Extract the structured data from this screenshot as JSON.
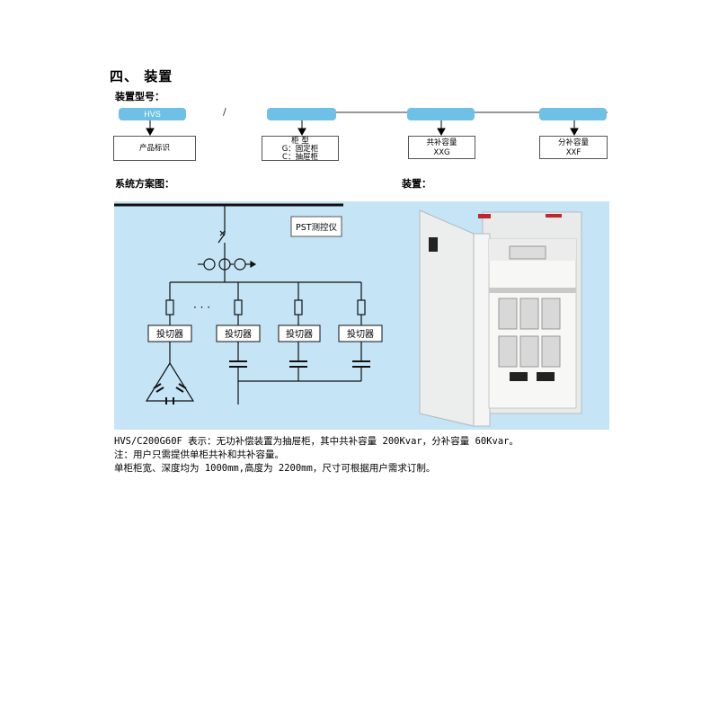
{
  "section_title": "四、  装置",
  "model_label": "装置型号：",
  "model": {
    "hvs": "HVS",
    "slash": "/",
    "product_id": "产品标识",
    "cabinet_type": [
      "柜    型",
      "G：固定柜",
      "C：抽屉柜"
    ],
    "common_cap": [
      "共补容量",
      "XXG"
    ],
    "split_cap": [
      "分补容量",
      "XXF"
    ]
  },
  "scheme_label": "系统方案图：",
  "device_label": "装置：",
  "diagram": {
    "pst_label": "PST测控仪",
    "switch_label": "投切器",
    "dots": "·  ·  ·"
  },
  "description": [
    "HVS/C200G60F 表示：无功补偿装置为抽屉柜，其中共补容量 200Kvar，分补容量 60Kvar。",
    "注：用户只需提供单柜共补和共补容量。",
    "    单柜柜宽、深度均为 1000mm,高度为 2200mm，尺寸可根据用户需求订制。"
  ],
  "colors": {
    "pill": "#6fc0e6",
    "panel_bg": "#c5e4f5",
    "cabinet": "#e9ebea"
  }
}
